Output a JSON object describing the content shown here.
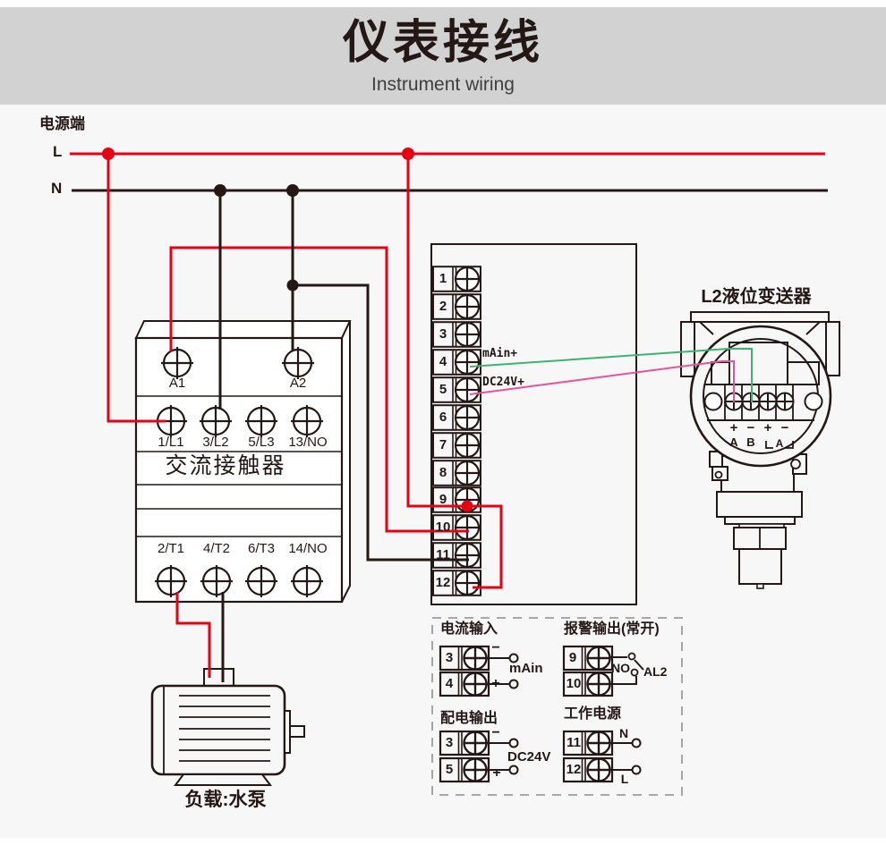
{
  "colors": {
    "bg": "#f7f7f7",
    "banner": "#d2d2d2",
    "ink": "#231815",
    "red": "#e60012",
    "green": "#3cb371",
    "pink": "#e85298",
    "gray": "#9c9c9c"
  },
  "header": {
    "title": "仪表接线",
    "subtitle": "Instrument wiring"
  },
  "power": {
    "label": "电源端",
    "live": "L",
    "neutral": "N"
  },
  "contactor": {
    "name": "交流接触器",
    "coil": [
      "A1",
      "A2"
    ],
    "inputs": [
      "1/L1",
      "3/L2",
      "5/L3",
      "13/NO"
    ],
    "outputs": [
      "2/T1",
      "4/T2",
      "6/T3",
      "14/NO"
    ]
  },
  "motor": {
    "label": "负载:水泵"
  },
  "instrument": {
    "terminals": [
      "1",
      "2",
      "3",
      "4",
      "5",
      "6",
      "7",
      "8",
      "9",
      "10",
      "11",
      "12"
    ],
    "t4_label": "mAin+",
    "t5_label": "DC24V+"
  },
  "transmitter": {
    "title": "L2液位变送器",
    "signs": [
      "+",
      "−",
      "+",
      "−"
    ],
    "a": "A",
    "b": "B",
    "a2": "A"
  },
  "details": {
    "current_input": {
      "title": "电流输入",
      "t_top": "3",
      "t_bot": "4",
      "minus": "−",
      "plus": "+",
      "label": "mAin"
    },
    "alarm_output": {
      "title": "报警输出(常开)",
      "t_top": "9",
      "t_bot": "10",
      "no": "NO",
      "al2": "AL2"
    },
    "power_output": {
      "title": "配电输出",
      "t_top": "3",
      "t_bot": "5",
      "minus": "−",
      "plus": "+",
      "label": "DC24V"
    },
    "working_power": {
      "title": "工作电源",
      "t_top": "11",
      "t_bot": "12",
      "n": "N",
      "l": "L"
    }
  }
}
